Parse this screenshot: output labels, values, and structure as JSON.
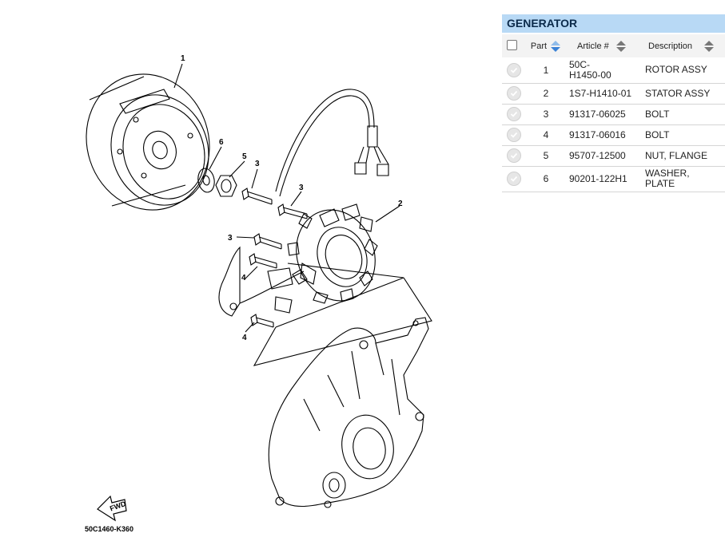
{
  "panel": {
    "title": "GENERATOR"
  },
  "table": {
    "headers": {
      "part": "Part",
      "article": "Article #",
      "description": "Description"
    },
    "rows": [
      {
        "part": "1",
        "article": "50C-H1450-00",
        "description": "ROTOR ASSY"
      },
      {
        "part": "2",
        "article": "1S7-H1410-01",
        "description": "STATOR ASSY"
      },
      {
        "part": "3",
        "article": "91317-06025",
        "description": "BOLT"
      },
      {
        "part": "4",
        "article": "91317-06016",
        "description": "BOLT"
      },
      {
        "part": "5",
        "article": "95707-12500",
        "description": "NUT, FLANGE"
      },
      {
        "part": "6",
        "article": "90201-122H1",
        "description": "WASHER, PLATE"
      }
    ]
  },
  "diagram": {
    "callouts": {
      "c1": "1",
      "c2": "2",
      "c3a": "3",
      "c3b": "3",
      "c3c": "3",
      "c4a": "4",
      "c4b": "4",
      "c5": "5",
      "c6": "6"
    },
    "fwd_label": "FWD",
    "code": "50C1460-K360"
  },
  "colors": {
    "header_bg": "#b8d9f5",
    "header_text": "#0b2a4a",
    "sort_active": "#3b82d6"
  }
}
